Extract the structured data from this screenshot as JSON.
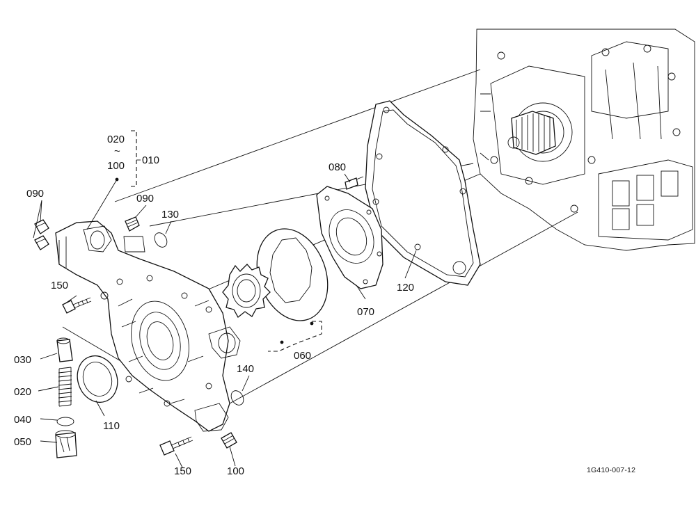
{
  "labels": {
    "p010": "010",
    "p020_top": "020",
    "tilde": "~",
    "p100_top": "100",
    "p090_left": "090",
    "p090_mid": "090",
    "p130": "130",
    "p080": "080",
    "p150_left": "150",
    "p030": "030",
    "p020": "020",
    "p040": "040",
    "p050": "050",
    "p110": "110",
    "p060": "060",
    "p070": "070",
    "p120": "120",
    "p140": "140",
    "p150_bottom": "150",
    "p100_bottom": "100"
  },
  "drawing_code": "1G410-007-12"
}
